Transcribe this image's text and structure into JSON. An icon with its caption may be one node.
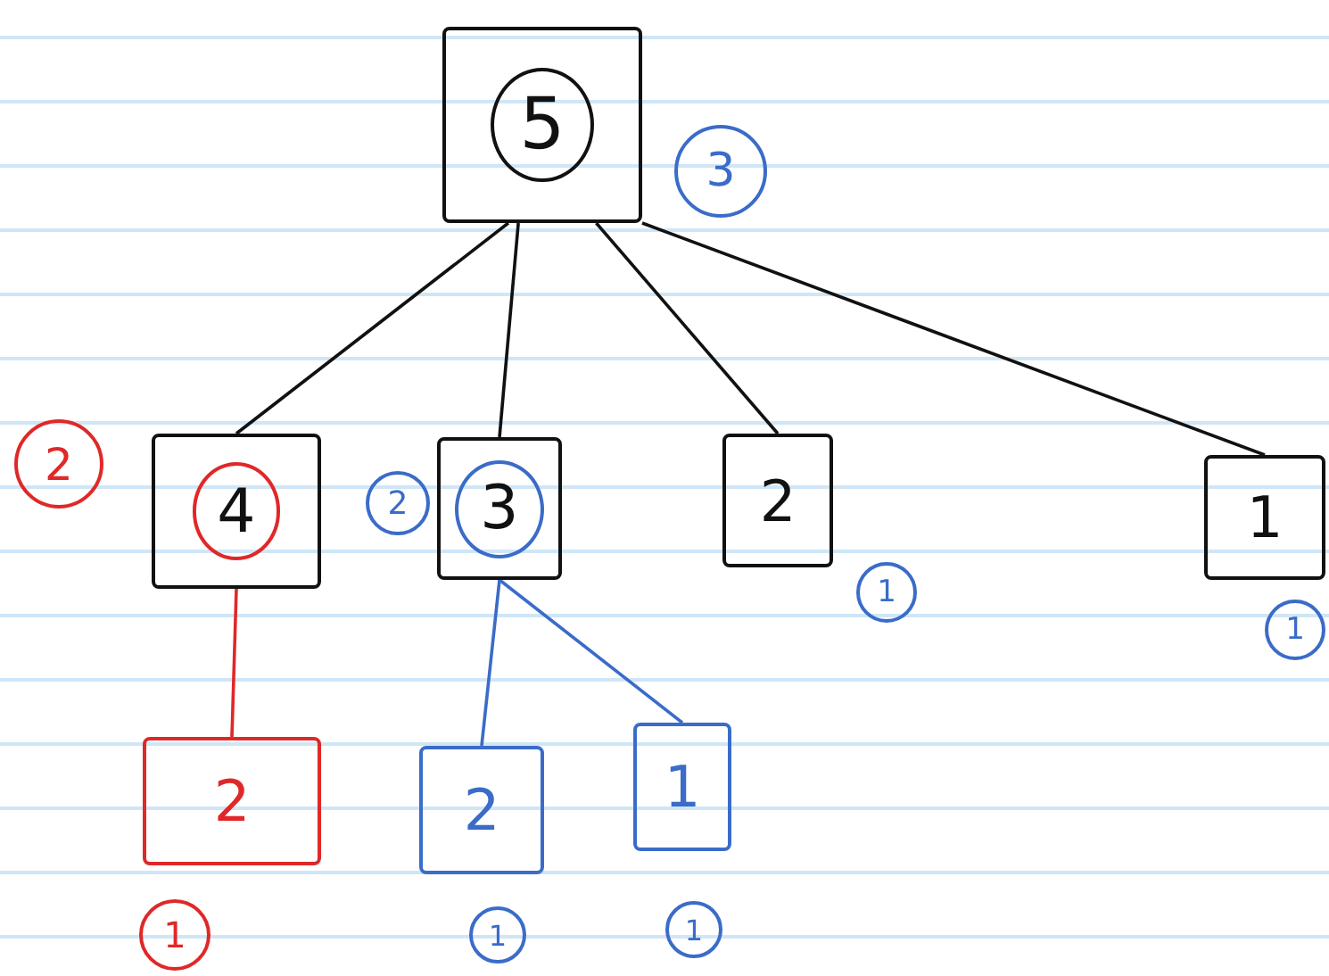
{
  "diagram": {
    "nodes": [
      {
        "text": [
          "5"
        ],
        "beside": [
          "3"
        ]
      },
      {
        "text": [
          "4"
        ],
        "beside": [
          "2"
        ]
      },
      {
        "text": [
          "3"
        ],
        "beside": [
          "2"
        ]
      },
      {
        "text": [
          "2"
        ],
        "beside": [
          "1"
        ]
      },
      {
        "text": [
          "1"
        ],
        "beside": [
          "1"
        ]
      },
      {
        "text": [
          "2"
        ],
        "beside": [
          "1"
        ]
      },
      {
        "text": [
          "2"
        ],
        "beside": [
          "1"
        ]
      },
      {
        "text": [
          "1"
        ],
        "beside": [
          "1"
        ]
      }
    ],
    "edges": [
      {
        "from": 0,
        "to": 1,
        "arrow": "none"
      },
      {
        "from": 0,
        "to": 2,
        "arrow": "none"
      },
      {
        "from": 0,
        "to": 3,
        "arrow": "none"
      },
      {
        "from": 0,
        "to": 4,
        "arrow": "none"
      },
      {
        "from": 1,
        "to": 5,
        "arrow": "none",
        "color": "#e02828"
      },
      {
        "from": 2,
        "to": 6,
        "arrow": "none",
        "color": "#3a6cc8"
      },
      {
        "from": 2,
        "to": 7,
        "arrow": "none",
        "color": "#3a6cc8"
      }
    ]
  }
}
